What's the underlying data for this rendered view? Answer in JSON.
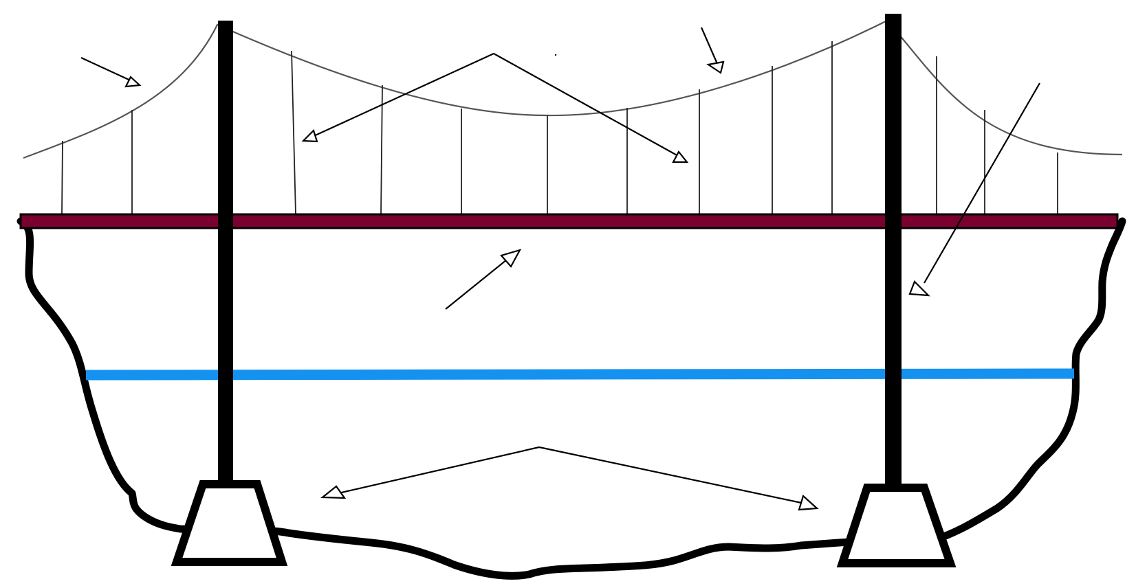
{
  "diagram": {
    "subject": "suspension-bridge",
    "labels": [],
    "colors": {
      "background": "#ffffff",
      "deck": "#7a0030",
      "outline": "#000000",
      "water": "#1592f0",
      "cable": "#555555",
      "hanger": "#222222",
      "arrow": "#000000"
    },
    "pointer_arrows": [
      {
        "target": "main-cable-left-end"
      },
      {
        "target": "hanger-left"
      },
      {
        "target": "hanger-right"
      },
      {
        "target": "main-cable-right"
      },
      {
        "target": "tower-right"
      },
      {
        "target": "deck"
      },
      {
        "target": "foundation-left"
      },
      {
        "target": "foundation-right"
      }
    ]
  }
}
